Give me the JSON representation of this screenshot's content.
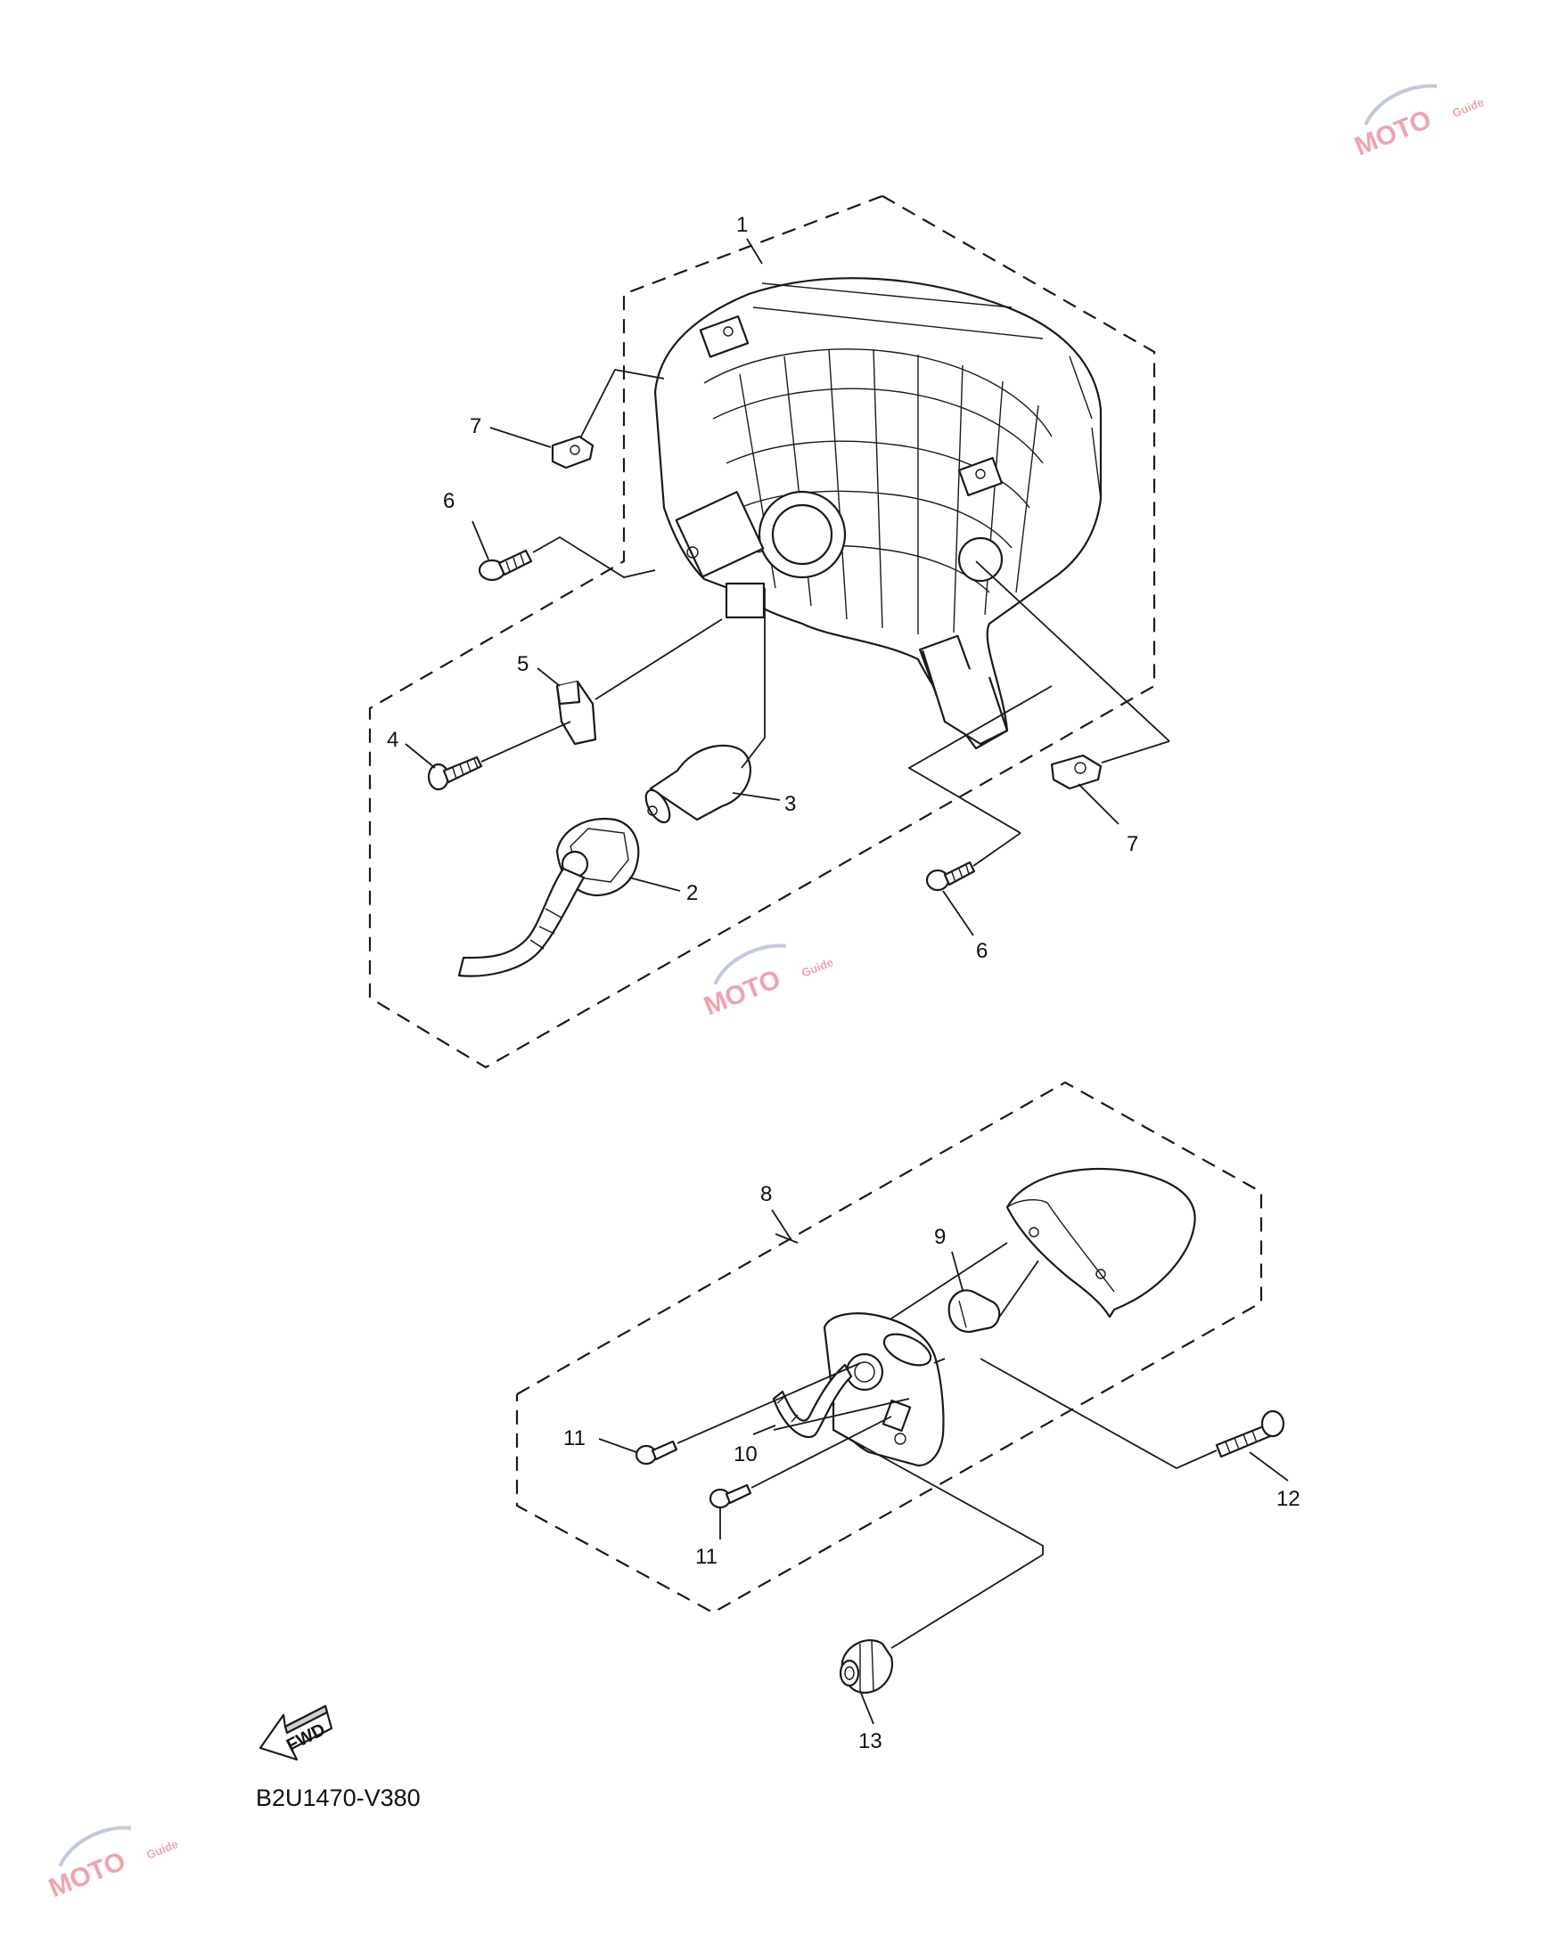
{
  "diagram": {
    "code": "B2U1470-V380",
    "fwd_label": "FWD",
    "callouts": {
      "c1": "1",
      "c2": "2",
      "c3": "3",
      "c4": "4",
      "c5": "5",
      "c6a": "6",
      "c6b": "6",
      "c7a": "7",
      "c7b": "7",
      "c8": "8",
      "c9": "9",
      "c10": "10",
      "c11a": "11",
      "c11b": "11",
      "c12": "12",
      "c13": "13"
    }
  },
  "watermark": {
    "brand": "MOTO",
    "sub": "Guide",
    "color": "#e05a6b"
  }
}
